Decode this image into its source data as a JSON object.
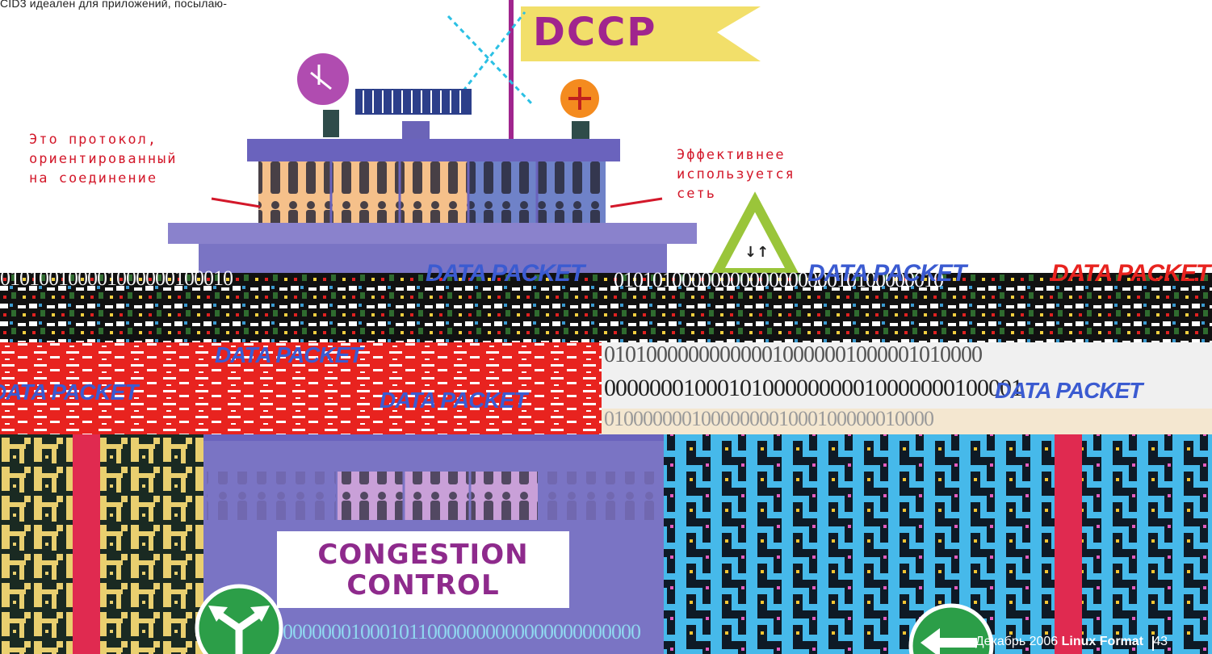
{
  "intro_text": "CID3 идеален для приложений, посылаю-",
  "flag": {
    "label": "DCCP"
  },
  "callouts": {
    "left": "Это протокол,\nориентированный\nна соединение",
    "right": "Эффективнее\nиспользуется\nсеть"
  },
  "bands": {
    "label": "DATA PACKET",
    "red_label": "DATA PACKET",
    "bits_row_1": "010100000000000010000001000001010000",
    "bits_row_2": "0000000100010100000000010000000100001",
    "bits_row_3": "0100000001000000001000100000010000",
    "bits_row_4": "0000000100010110000000000000000000000",
    "bits_top_left": "010100100001000000100010",
    "bits_top_right": "0101010000000000000000010100000010"
  },
  "sign": {
    "line1": "CONGESTION",
    "line2": "CONTROL"
  },
  "arrow_symbol": "↓↑",
  "footer": {
    "month_year": "Декабрь 2006",
    "magazine": "Linux Format",
    "page": "43"
  },
  "colors": {
    "flag": "#f2df6a",
    "flag_text": "#a0258e",
    "callout": "#d3182a",
    "building_purple": "#7a74c4",
    "data_band_black": "#111111",
    "data_band_red": "#e8231f",
    "blue_label": "#3b5bd1",
    "circuit_yellow": "#e9cf6f",
    "circuit_blue": "#46b9ea",
    "pillar": "#e02a50",
    "road_sign_green": "#2c9e48"
  }
}
